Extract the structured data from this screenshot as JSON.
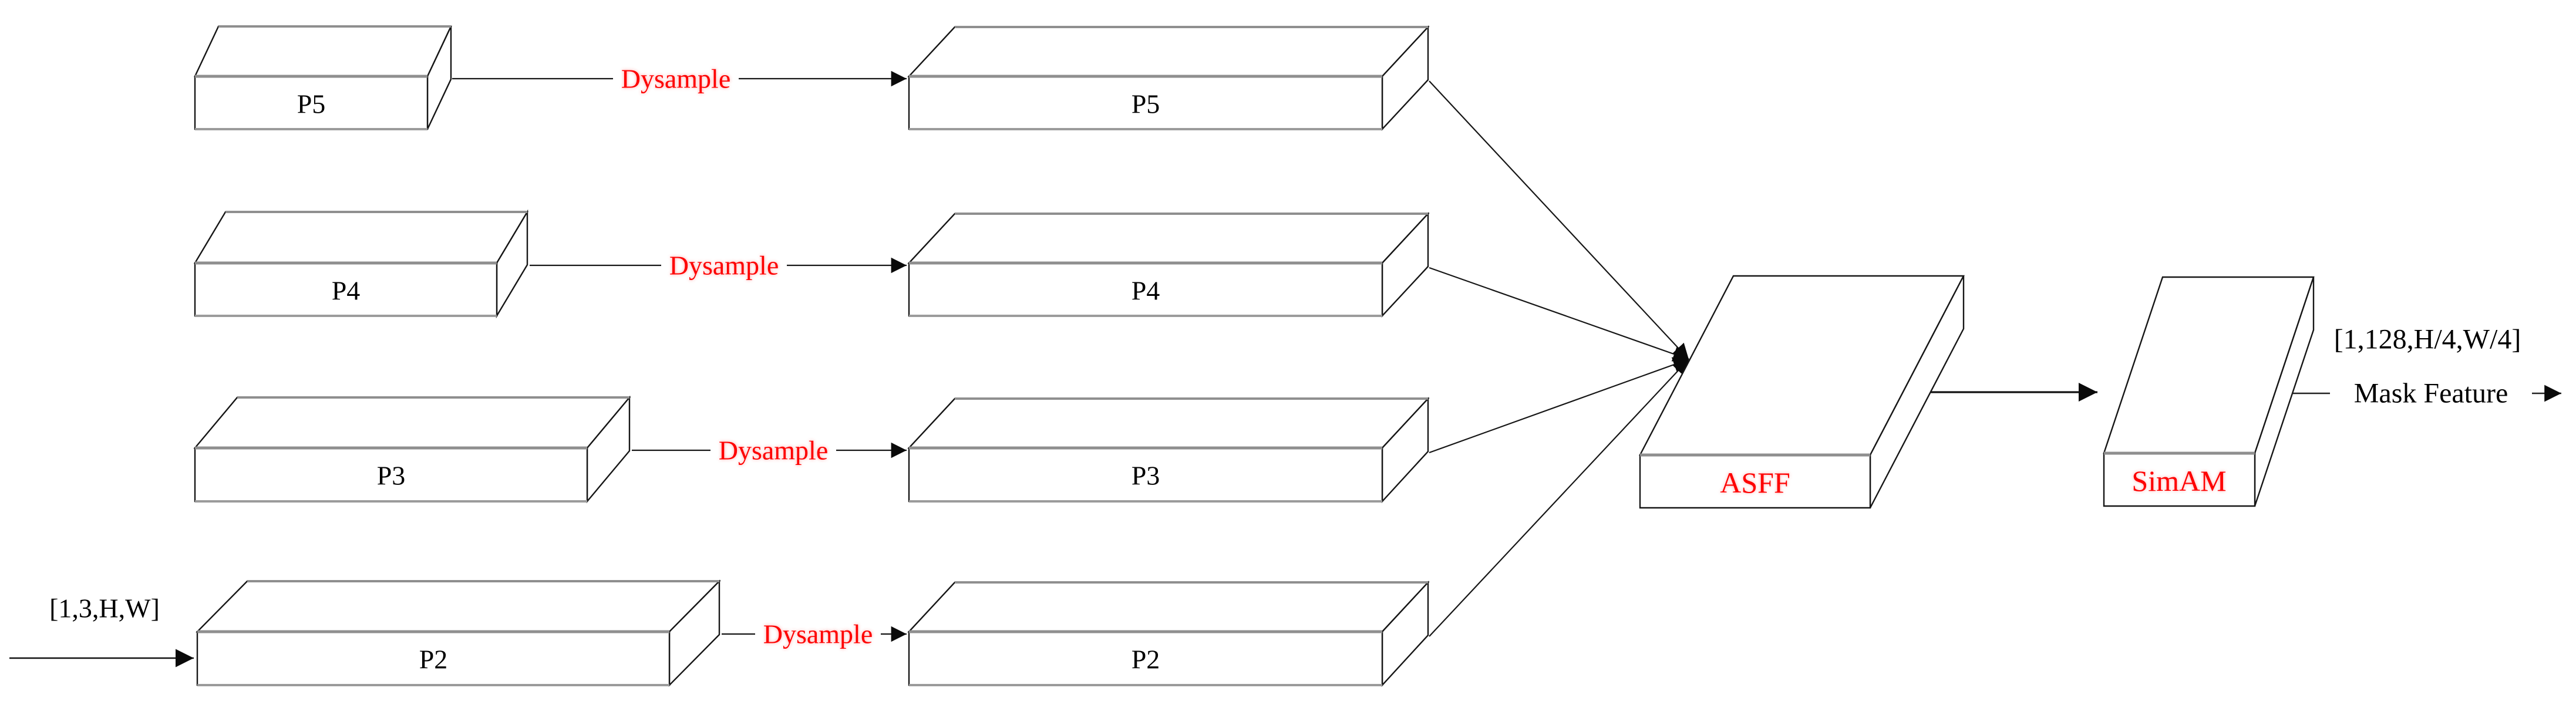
{
  "colors": {
    "accent_red": "#fe0000",
    "line_black": "#161616",
    "edge_gray": "#8f8f8f",
    "box_fill": "#ffffff",
    "background": "#ffffff"
  },
  "io": {
    "input_shape": "[1,3,H,W]",
    "output_shape": "[1,128,H/4,W/4]",
    "output_name": "Mask Feature"
  },
  "rows": [
    {
      "name": "P5",
      "source_label": "P5",
      "upsampled_label": "P5",
      "op_label": "Dysample"
    },
    {
      "name": "P4",
      "source_label": "P4",
      "upsampled_label": "P4",
      "op_label": "Dysample"
    },
    {
      "name": "P3",
      "source_label": "P3",
      "upsampled_label": "P3",
      "op_label": "Dysample"
    },
    {
      "name": "P2",
      "source_label": "P2",
      "upsampled_label": "P2",
      "op_label": "Dysample"
    }
  ],
  "modules": {
    "fusion_label": "ASFF",
    "attention_label": "SimAM"
  }
}
